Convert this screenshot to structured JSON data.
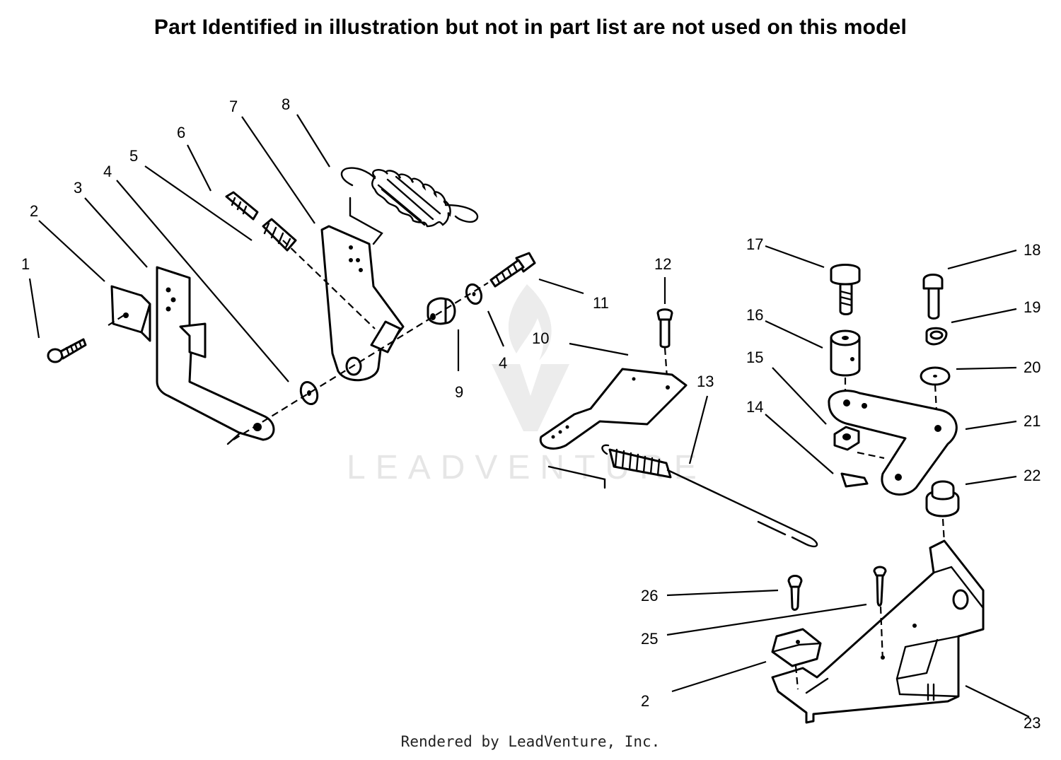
{
  "header": {
    "title": "Part Identified in illustration but not in part list are not used on this model"
  },
  "watermark": {
    "text": "LEADVENTURE",
    "logo_icon": "leadventure-flame-v-logo"
  },
  "footer": {
    "text": "Rendered by LeadVenture, Inc."
  },
  "callouts": [
    {
      "id": "c1",
      "label": "1"
    },
    {
      "id": "c2a",
      "label": "2"
    },
    {
      "id": "c3",
      "label": "3"
    },
    {
      "id": "c4a",
      "label": "4"
    },
    {
      "id": "c5",
      "label": "5"
    },
    {
      "id": "c6",
      "label": "6"
    },
    {
      "id": "c7",
      "label": "7"
    },
    {
      "id": "c8",
      "label": "8"
    },
    {
      "id": "c9",
      "label": "9"
    },
    {
      "id": "c4b",
      "label": "4"
    },
    {
      "id": "c10",
      "label": "10"
    },
    {
      "id": "c11",
      "label": "11"
    },
    {
      "id": "c12",
      "label": "12"
    },
    {
      "id": "c13",
      "label": "13"
    },
    {
      "id": "c14",
      "label": "14"
    },
    {
      "id": "c15",
      "label": "15"
    },
    {
      "id": "c16",
      "label": "16"
    },
    {
      "id": "c17",
      "label": "17"
    },
    {
      "id": "c18",
      "label": "18"
    },
    {
      "id": "c19",
      "label": "19"
    },
    {
      "id": "c20",
      "label": "20"
    },
    {
      "id": "c21",
      "label": "21"
    },
    {
      "id": "c22",
      "label": "22"
    },
    {
      "id": "c23",
      "label": "23"
    },
    {
      "id": "c25",
      "label": "25"
    },
    {
      "id": "c26",
      "label": "26"
    },
    {
      "id": "c2b",
      "label": "2"
    }
  ]
}
